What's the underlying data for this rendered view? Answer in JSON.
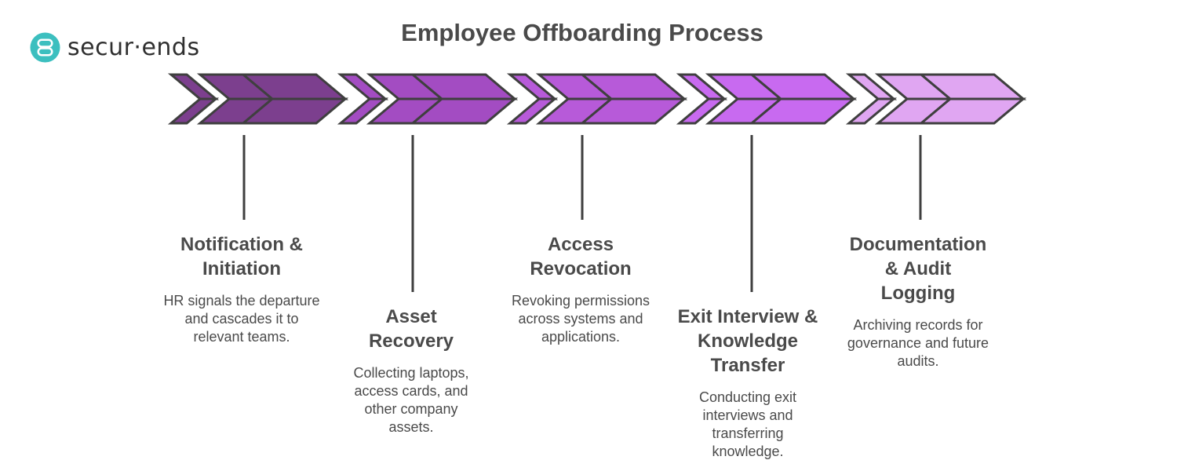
{
  "logo": {
    "brand": "secur·ends",
    "icon": "securends-logo-icon",
    "color": "#3cbfbf"
  },
  "title": "Employee Offboarding Process",
  "steps": [
    {
      "heading": "Notification & Initiation",
      "description": "HR signals the departure and cascades it to relevant teams.",
      "color": "#7c3f8e",
      "label_position": "top"
    },
    {
      "heading": "Asset Recovery",
      "description": "Collecting laptops, access cards, and other company assets.",
      "color": "#a34cc2",
      "label_position": "bottom"
    },
    {
      "heading": "Access Revocation",
      "description": "Revoking permissions across systems and applications.",
      "color": "#b75ad9",
      "label_position": "top"
    },
    {
      "heading": "Exit Interview & Knowledge Transfer",
      "description": "Conducting exit interviews and transferring knowledge.",
      "color": "#c86af0",
      "label_position": "bottom"
    },
    {
      "heading": "Documentation & Audit Logging",
      "description": "Archiving records for governance and future audits.",
      "color": "#e0a6f2",
      "label_position": "top"
    }
  ]
}
